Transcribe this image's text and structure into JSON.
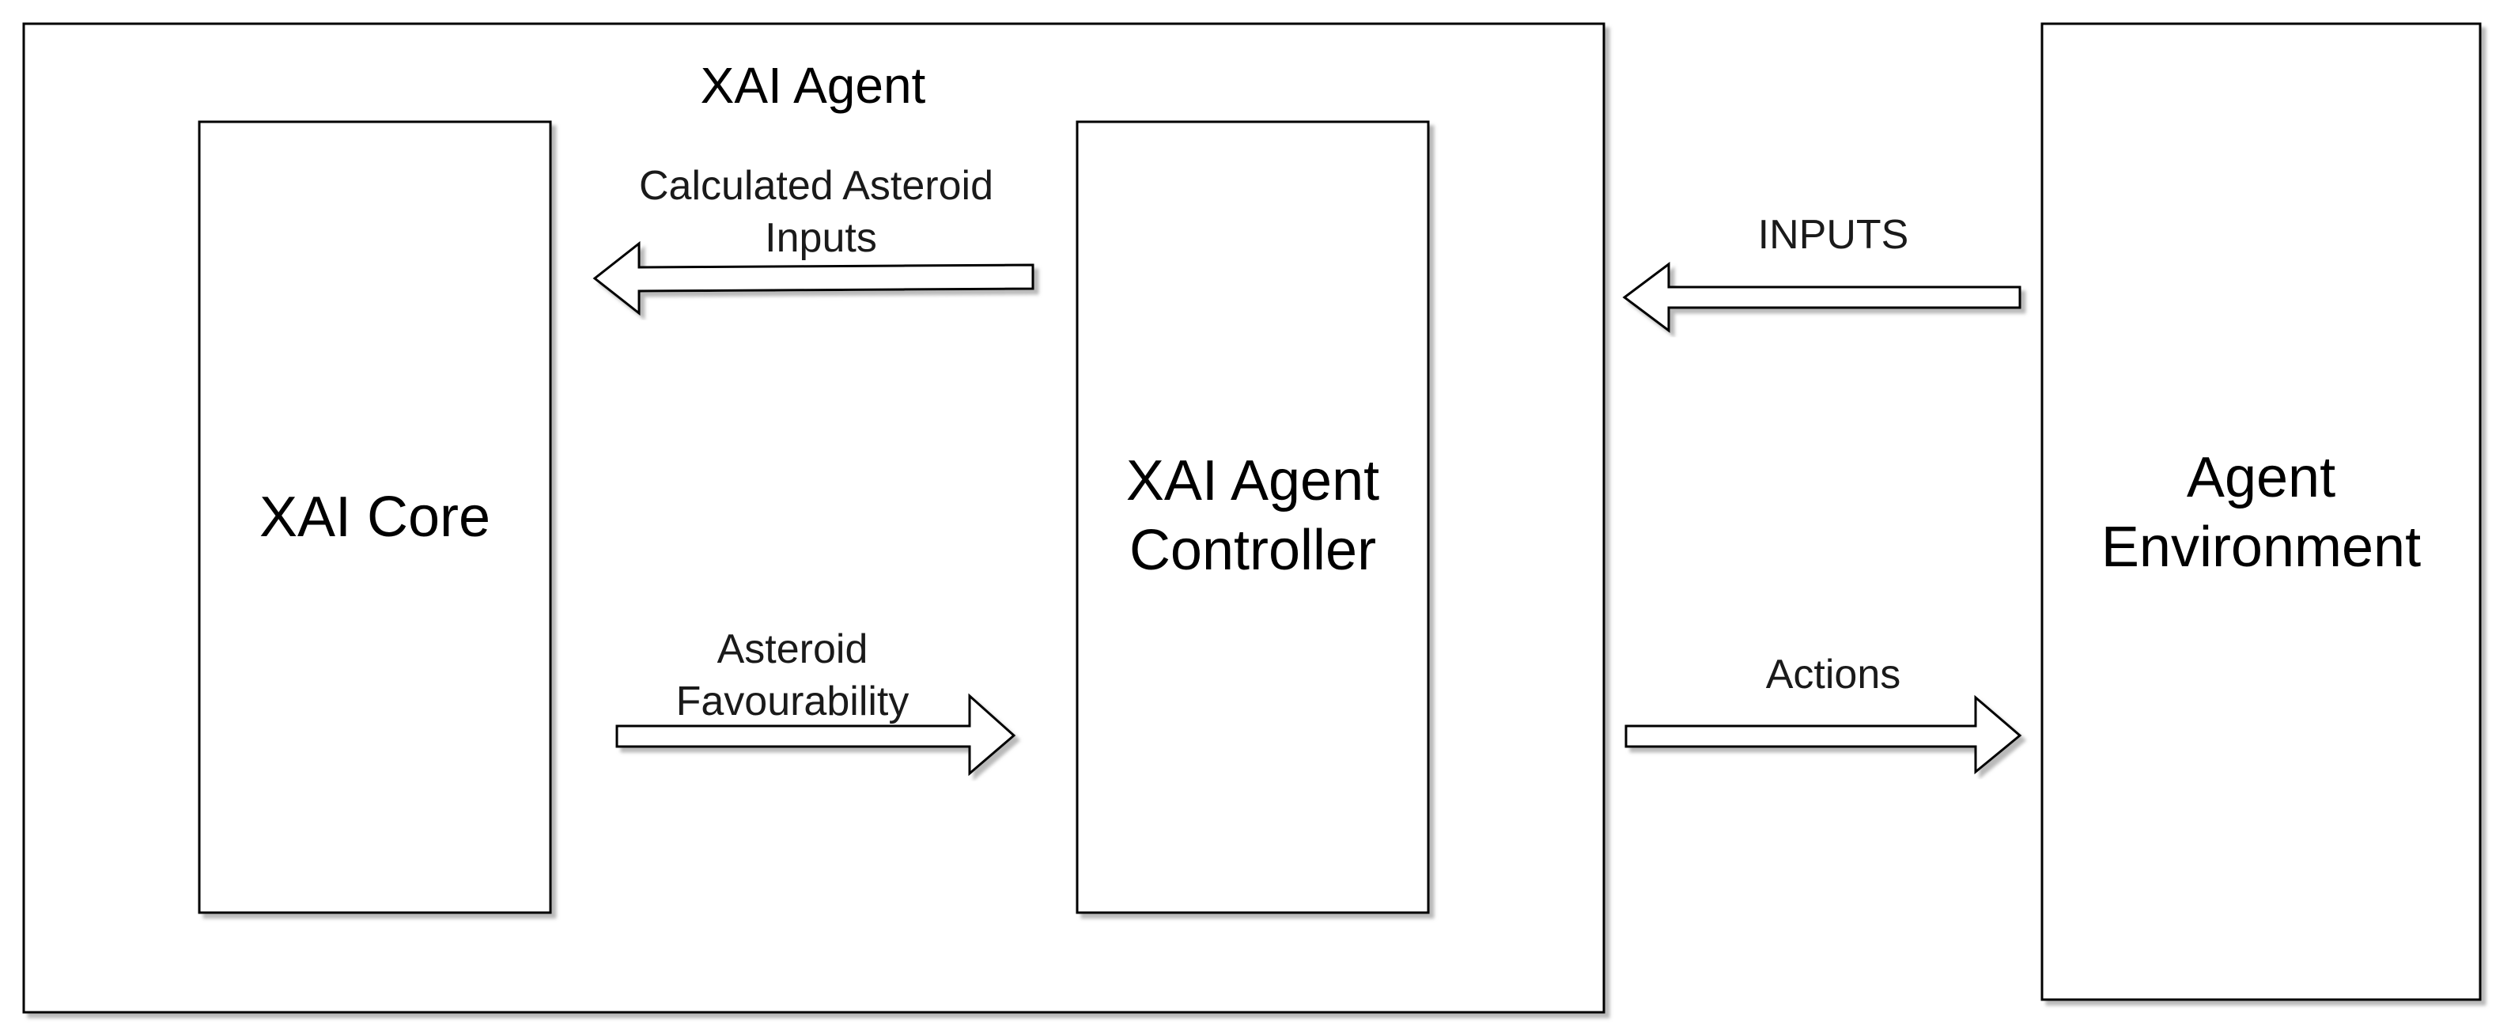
{
  "diagram": {
    "agent": {
      "title": "XAI Agent",
      "core": {
        "label": "XAI Core"
      },
      "controller": {
        "line1": "XAI Agent",
        "line2": "Controller"
      }
    },
    "environment": {
      "line1": "Agent",
      "line2": "Environment"
    },
    "arrows": {
      "calculated_inputs": {
        "line1": "Calculated Asteroid",
        "line2": "Inputs"
      },
      "favourability": {
        "line1": "Asteroid",
        "line2": "Favourability"
      },
      "inputs": {
        "label": "INPUTS"
      },
      "actions": {
        "label": "Actions"
      }
    }
  },
  "colors": {
    "stroke": "#000000",
    "shadow": "#808080",
    "fill": "#ffffff"
  }
}
